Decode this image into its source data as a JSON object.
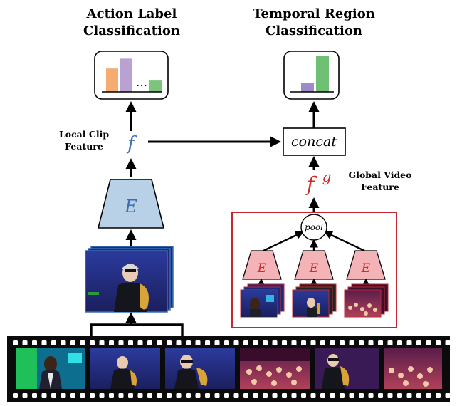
{
  "titles": {
    "action_line1": "Action Label",
    "action_line2": "Classification",
    "temporal_line1": "Temporal Region",
    "temporal_line2": "Classification"
  },
  "labels": {
    "local_line1": "Local Clip",
    "local_line2": "Feature",
    "global_line1": "Global Video",
    "global_line2": "Feature",
    "f": "f",
    "fg_base": "f",
    "fg_sup": "g",
    "encoder": "E",
    "concat": "concat",
    "pool": "pool",
    "ellipsis": "…"
  },
  "action_hist": {
    "bars": [
      {
        "value": 0.62,
        "color": "#f4ac73"
      },
      {
        "value": 0.88,
        "color": "#b9a2d2"
      },
      {
        "value": 0.3,
        "color": "#7cc47c"
      }
    ]
  },
  "temporal_hist": {
    "bars": [
      {
        "value": 0.25,
        "color": "#a18ac8"
      },
      {
        "value": 0.97,
        "color": "#6fbf74"
      }
    ]
  },
  "colors": {
    "encoder_blue_fill": "#b8d1e6",
    "encoder_red_fill": "#f4b3b6",
    "global_box_border": "#c0282d",
    "label_blue": "#3a6fb5",
    "label_red": "#d42a2a"
  }
}
